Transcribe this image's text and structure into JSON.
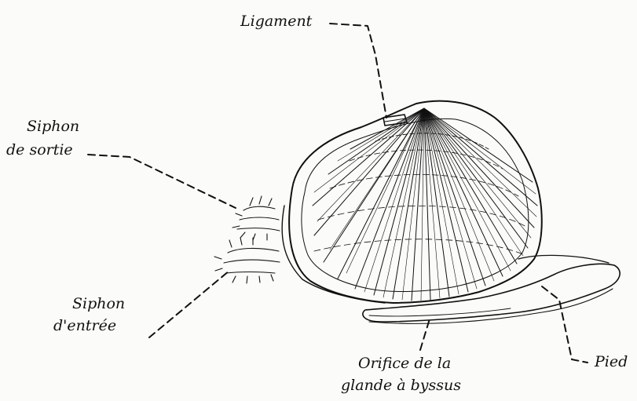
{
  "figure": {
    "labels": {
      "ligament": "Ligament",
      "siphon_sortie_1": "Siphon",
      "siphon_sortie_2": "de sortie",
      "siphon_entree_1": "Siphon",
      "siphon_entree_2": "d'entrée",
      "orifice_1": "Orifice de la",
      "orifice_2": "glande à byssus",
      "pied": "Pied"
    },
    "colors": {
      "ink": "#111111",
      "paper": "#fbfbf9"
    }
  }
}
